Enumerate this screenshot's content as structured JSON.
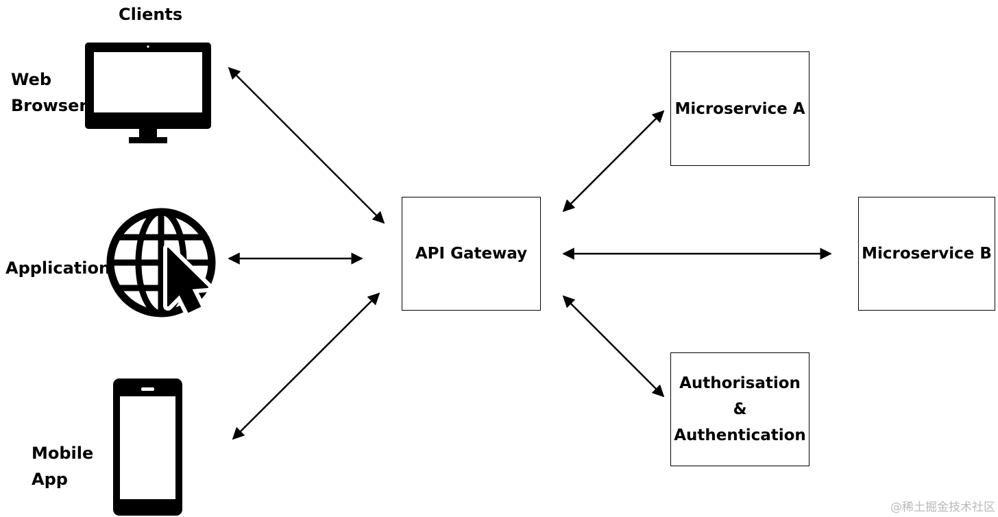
{
  "clients": {
    "title": "Clients",
    "web_browser": {
      "line1": "Web",
      "line2": "Browser",
      "icon": "desktop-monitor-icon"
    },
    "application": {
      "label": "Application",
      "icon": "globe-cursor-icon"
    },
    "mobile_app": {
      "line1": "Mobile",
      "line2": "App",
      "icon": "smartphone-icon"
    }
  },
  "gateway": {
    "label": "API Gateway"
  },
  "services": {
    "microservice_a": {
      "label": "Microservice A"
    },
    "microservice_b": {
      "label": "Microservice B"
    },
    "auth": {
      "line1": "Authorisation",
      "line2": "&",
      "line3": "Authentication"
    }
  },
  "watermark": "@稀土掘金技术社区",
  "colors": {
    "stroke": "#000000",
    "background": "#ffffff",
    "watermark": "#b9b9b9"
  }
}
